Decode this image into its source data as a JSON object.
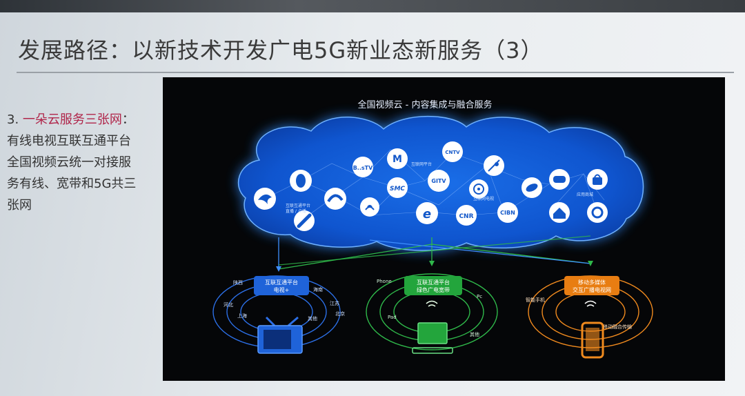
{
  "slide": {
    "title": "发展路径：以新技术开发广电5G新业态新服务（3）",
    "side_text": {
      "heading_num": "3. ",
      "heading_text": "一朵云服务三张网",
      "heading_colon": "：",
      "lines": [
        "有线电视互联互通平台",
        "全国视频云统一对接服",
        "务有线、宽带和5G共三",
        "张网"
      ]
    }
  },
  "diagram": {
    "cloud_title": "全国视频云 - 内容集成与融合服务",
    "cloud_nodes": [
      {
        "id": "bestv",
        "label": "B..sTV"
      },
      {
        "id": "smc",
        "label": "SMC"
      },
      {
        "id": "gitv",
        "label": "GITV"
      },
      {
        "id": "cntv",
        "label": "CNTV"
      },
      {
        "id": "cnr",
        "label": "CNR"
      },
      {
        "id": "cibn",
        "label": "CIBN"
      },
      {
        "id": "mango",
        "label": "M"
      },
      {
        "id": "ie",
        "label": "e"
      }
    ],
    "cloud_tiny": [
      "互联互通平台",
      "直播 / 点播",
      "互联网平台",
      "互联网电视",
      "应用商城"
    ],
    "network1": {
      "box_label_1": "互联互通平台",
      "box_label_2": "电视+",
      "regions": [
        "陕西",
        "海南",
        "河北",
        "江苏",
        "上海",
        "其他",
        "北京"
      ]
    },
    "network2": {
      "box_label_1": "互联互通平台",
      "box_label_2": "绿色广电宽带",
      "labels": [
        "Phone",
        "Pc",
        "Pad",
        "其他"
      ]
    },
    "network3": {
      "box_label_1": "移动多媒体",
      "box_label_2": "交互广播电视网",
      "labels": [
        "智能手机",
        "移动融合传输"
      ]
    }
  },
  "colors": {
    "cloud_blue": "#1e7bff",
    "network_blue": "#2c6fe6",
    "network_green": "#2fb84a",
    "network_orange": "#f08a1e",
    "accent_red": "#b0254a"
  }
}
